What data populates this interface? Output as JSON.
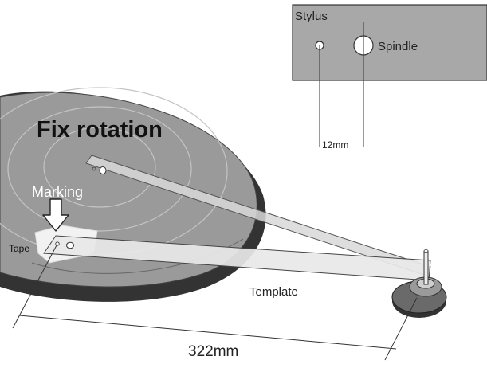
{
  "inset": {
    "stylus_label": "Stylus",
    "spindle_label": "Spindle",
    "distance_label": "12mm"
  },
  "main": {
    "title": "Fix rotation",
    "marking_label": "Marking",
    "tape_label": "Tape",
    "template_label": "Template",
    "length_label": "322mm"
  },
  "colors": {
    "platter": "#9a9a9a",
    "inset_fill": "#a8a8a8",
    "template_fill": "#e8e8e8",
    "line": "#333333"
  }
}
